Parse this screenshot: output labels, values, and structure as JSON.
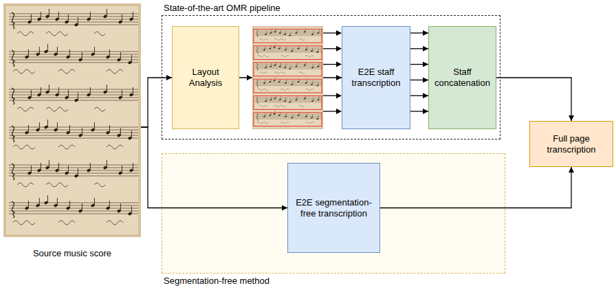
{
  "diagram": {
    "nodes": [
      {
        "text": [
          "Source music score"
        ]
      },
      {
        "text": [
          "State-of-the-art OMR pipeline"
        ]
      },
      {
        "text": [
          "Layout Analysis"
        ],
        "in": 1
      },
      {
        "text": [
          "E2E staff transcription"
        ],
        "in": 1
      },
      {
        "text": [
          "Staff concatenation"
        ],
        "in": 1
      },
      {
        "text": [
          "Full page transcription"
        ]
      },
      {
        "text": [
          "Segmentation-free method"
        ]
      },
      {
        "text": [
          "E2E segmentation-free transcription"
        ],
        "in": 6
      }
    ],
    "edges": [
      {
        "from": 0,
        "to": 2,
        "arrow": "to"
      },
      {
        "from": 0,
        "to": 7,
        "arrow": "to"
      },
      {
        "from": 2,
        "to": 3,
        "arrow": "to"
      },
      {
        "from": 3,
        "to": 4,
        "arrow": "to"
      },
      {
        "from": 3,
        "to": 4,
        "arrow": "to"
      },
      {
        "from": 3,
        "to": 4,
        "arrow": "to"
      },
      {
        "from": 3,
        "to": 4,
        "arrow": "to"
      },
      {
        "from": 3,
        "to": 4,
        "arrow": "to"
      },
      {
        "from": 3,
        "to": 4,
        "arrow": "to"
      },
      {
        "from": 4,
        "to": 5,
        "arrow": "to"
      },
      {
        "from": 7,
        "to": 5,
        "arrow": "to"
      }
    ]
  }
}
